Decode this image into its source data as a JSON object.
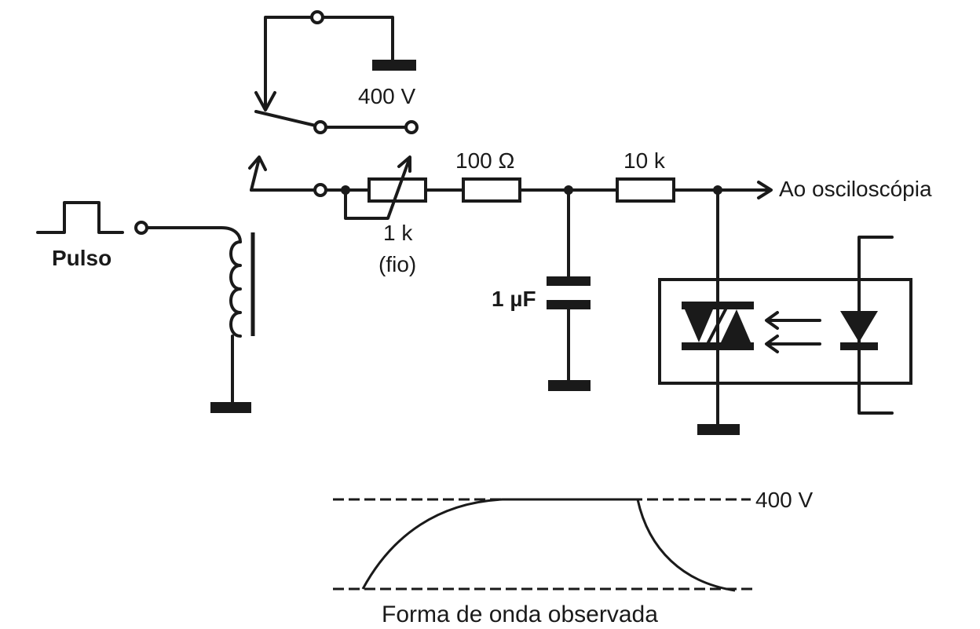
{
  "labels": {
    "supply_voltage": "400 V",
    "pulse": "Pulso",
    "pot_value": "1 k",
    "pot_type": "(fio)",
    "resistor_1": "100 Ω",
    "resistor_2": "10 k",
    "capacitor": "1 µF",
    "output": "Ao osciloscópia",
    "waveform_level": "400 V",
    "waveform_caption": "Forma de onda observada"
  }
}
